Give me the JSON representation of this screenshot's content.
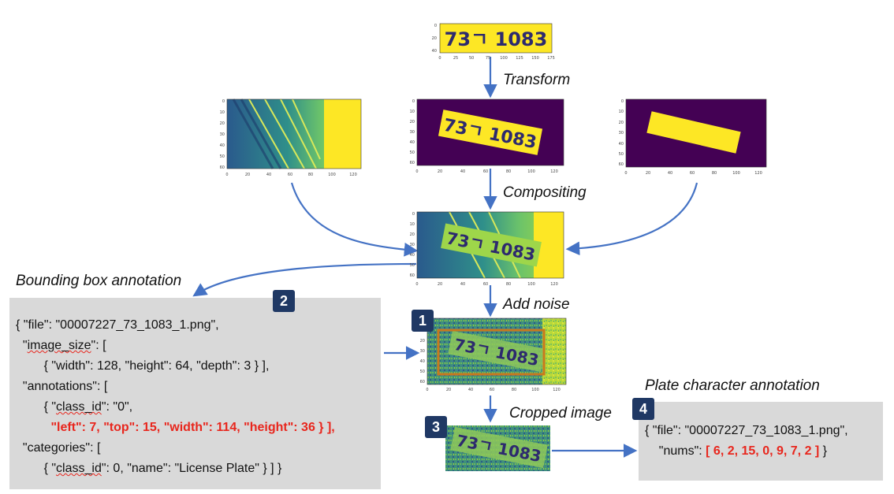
{
  "steps": {
    "transform": "Transform",
    "compositing": "Compositing",
    "add_noise": "Add noise",
    "cropped_image": "Cropped image",
    "bbox_annotation": "Bounding box annotation",
    "plate_annotation": "Plate character annotation"
  },
  "plate_text": "73ㄱ 1083",
  "plate_text_b": "73ㄱ 1083",
  "badges": {
    "b1": "1",
    "b2": "2",
    "b3": "3",
    "b4": "4"
  },
  "bbox_json": {
    "l1": "{ \"file\": \"00007227_73_1083_1.png\",",
    "l2a": "  \"",
    "l2b": "image_size",
    "l2c": "\": [",
    "l3": "        { \"width\": 128, \"height\": 64, \"depth\": 3 } ],",
    "l4": "  \"annotations\": [",
    "l5a": "        { \"",
    "l5b": "class_id",
    "l5c": "\": \"0\",",
    "l6": "          \"left\": 7, \"top\": 15, \"width\": 114, \"height\": 36 } ],",
    "l7": "  \"categories\": [",
    "l8a": "        { \"",
    "l8b": "class_id",
    "l8c": "\": 0, \"name\": \"License Plate\" } ] }"
  },
  "plate_json": {
    "l1": "{ \"file\": \"00007227_73_1083_1.png\",",
    "l2a": "    \"nums\": ",
    "l2b": "[ 6, 2, 15, 0, 9, 7, 2 ]",
    "l2c": " }"
  },
  "axes": {
    "plate_x": [
      "0",
      "25",
      "50",
      "75",
      "100",
      "125",
      "150",
      "175"
    ],
    "plate_y": [
      "0",
      "20",
      "40"
    ],
    "img_x": [
      "0",
      "20",
      "40",
      "60",
      "80",
      "100",
      "120"
    ],
    "img_y": [
      "0",
      "10",
      "20",
      "30",
      "40",
      "50",
      "60"
    ]
  },
  "colors": {
    "arrow": "#4472c4",
    "panel": "#d9d9d9",
    "badge": "#1f3864",
    "plate_yellow": "#fde725",
    "dark_purple": "#440154",
    "bbox_orange": "#c8781e",
    "red": "#e8261d"
  }
}
